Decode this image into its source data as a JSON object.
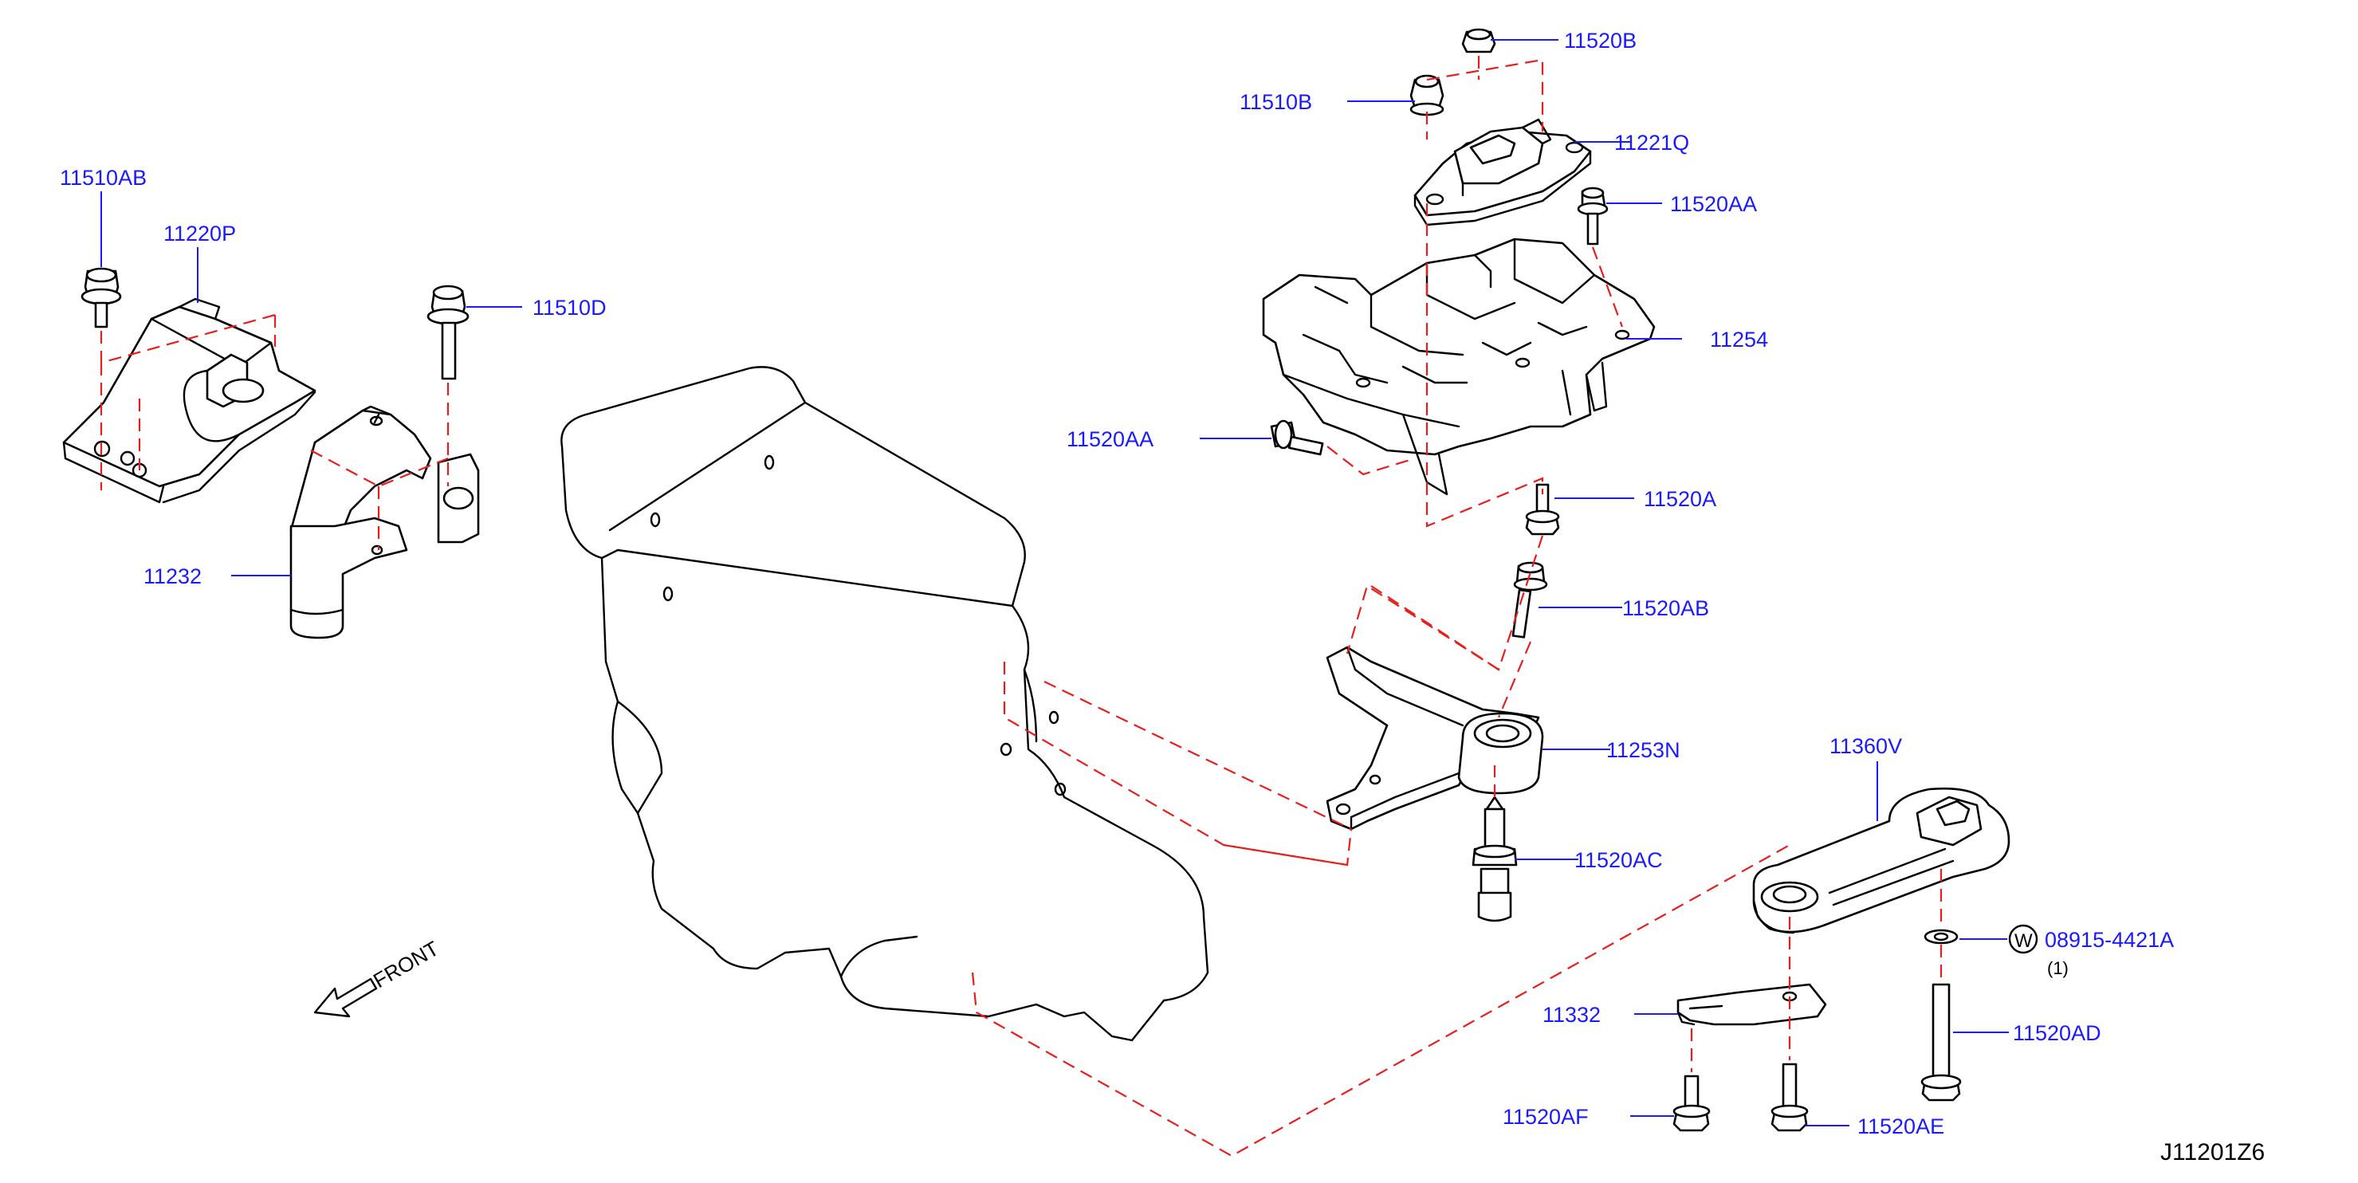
{
  "labels": {
    "l_11510AB": "11510AB",
    "l_11220P": "11220P",
    "l_11510D": "11510D",
    "l_11232": "11232",
    "l_11520B": "11520B",
    "l_11510B": "11510B",
    "l_11221Q": "11221Q",
    "l_11520AA_top": "11520AA",
    "l_11254": "11254",
    "l_11520AA_left": "11520AA",
    "l_11520A": "11520A",
    "l_11520AB": "11520AB",
    "l_11253N": "11253N",
    "l_11520AC": "11520AC",
    "l_11360V": "11360V",
    "l_washer_mark": "W",
    "l_08915": "08915-4421A",
    "l_qty": "(1)",
    "l_11332": "11332",
    "l_11520AD": "11520AD",
    "l_11520AF": "11520AF",
    "l_11520AE": "11520AE"
  },
  "front_label": "FRONT",
  "diagram_ref": "J11201Z6",
  "colors": {
    "label": "#1a1aff",
    "dash": "#e61e1e",
    "line": "#000000"
  }
}
